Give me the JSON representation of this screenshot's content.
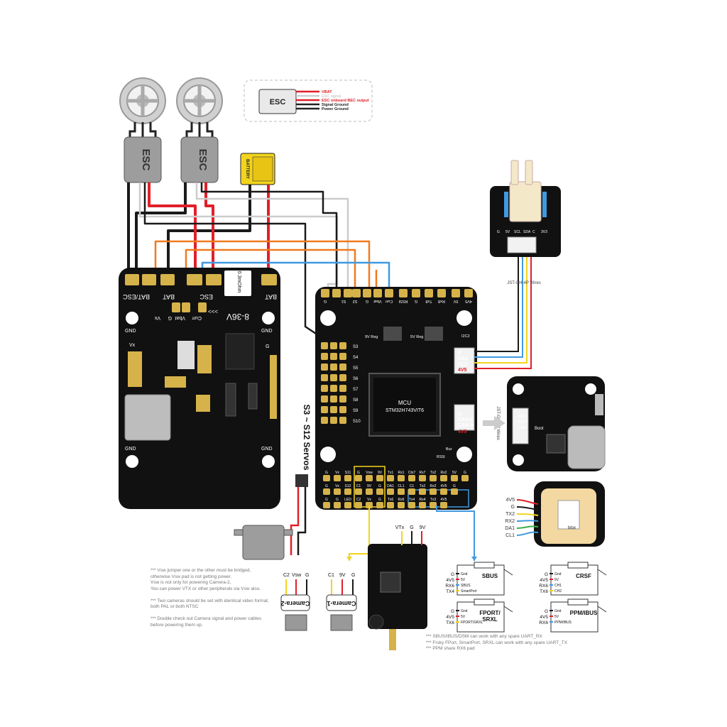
{
  "legend": {
    "esc": "ESC",
    "vbat": "VBAT",
    "esc_signal": "ESC signal",
    "esc_bec": "ESC onboard BEC output",
    "signal_ground": "Signal Ground",
    "power_ground": "Power Ground"
  },
  "escs": {
    "left": "ESC",
    "right": "ESC"
  },
  "battery": "BATTERY",
  "pdb": {
    "pads": [
      "BAT/ESC",
      "BAT",
      "ESC",
      "BAT"
    ],
    "labels": [
      "G",
      "Vx",
      "G",
      "Vbat",
      "Curr"
    ],
    "voltage": "8-36V",
    "shunt": "0.3mOhm",
    "arrows": ">>>",
    "gnd": [
      "GND",
      "GND",
      "GND",
      "GND"
    ],
    "vx": "Vx",
    "g": "G"
  },
  "fc": {
    "mcu": "MCU",
    "mcu_part": "STM32H743VIT6",
    "top_pads": [
      "G",
      "S1",
      "S2",
      "G",
      "Vbat",
      "Curr",
      "RSSI",
      "G",
      "Tx8",
      "Rx8",
      "5V",
      "4V5"
    ],
    "top_right": [
      "G",
      "DA2",
      "CL2",
      "4V5"
    ],
    "can": [
      "G",
      "CAN-L",
      "CAN-H",
      "4V5"
    ],
    "side_servos": [
      "S3",
      "S4",
      "S5",
      "S6",
      "S7",
      "S8",
      "S9",
      "S10"
    ],
    "reg1": "9V Reg",
    "reg2": "5V Reg",
    "i2c": "I2C2",
    "bottom_row1": [
      "G",
      "Vx",
      "S11",
      "G",
      "Vsw",
      "9V",
      "Tx1",
      "Rx1",
      "Ctx7",
      "Rx7",
      "Tx2",
      "Rx2",
      "5V",
      "G"
    ],
    "bottom_row2": [
      "G",
      "Vx",
      "S12",
      "C1",
      "9V",
      "G",
      "DA1",
      "CL1",
      "C1",
      "Tx2",
      "Rx2",
      "4V5",
      "G"
    ],
    "bottom_row3": [
      "G",
      "G",
      "LED",
      "C2",
      "Vx",
      "G",
      "Tx6",
      "Rx6",
      "Tx4",
      "Rx4",
      "Tx3",
      "4V5"
    ],
    "rssi": "RSSI",
    "buz": "Buz"
  },
  "servo_label": "S3 ~ S12 Servos",
  "airspeed": {
    "pins": [
      "G",
      "5V",
      "SCL",
      "SDA",
      "C",
      "3V3"
    ],
    "wire_label": "JST-GH-4P Wires"
  },
  "can_module": {
    "labels": [
      "Boot",
      "BEEP",
      "BOOT",
      "CAN"
    ],
    "wire_label": "JST-GH-4P Wires"
  },
  "gps": {
    "pins": [
      "4V5",
      "G",
      "TX2",
      "RX2",
      "DA1",
      "CL1"
    ],
    "brand": "blox"
  },
  "vtx": {
    "labels": [
      "VTx",
      "G",
      "9V"
    ]
  },
  "cameras": [
    {
      "name": "Camera-2",
      "pins": [
        "C2",
        "Vsw",
        "G"
      ]
    },
    {
      "name": "Camera-1",
      "pins": [
        "C1",
        "9V",
        "G"
      ]
    }
  ],
  "receivers": [
    {
      "name": "SBUS",
      "pins_left": [
        "G",
        "4V5",
        "RX6",
        "TX4"
      ],
      "pins_inner": [
        "Gnd",
        "5V",
        "SBUS",
        "SmartPort"
      ]
    },
    {
      "name": "CRSF",
      "pins_left": [
        "G",
        "4V5",
        "RX6",
        "TX6"
      ],
      "pins_inner": [
        "Gnd",
        "5V",
        "CH1",
        "CH2"
      ]
    },
    {
      "name": "FPORT/\nSRXL",
      "pins_left": [
        "G",
        "4V5",
        "TX6"
      ],
      "pins_inner": [
        "Gnd",
        "5V",
        "FPORT/SRXL"
      ]
    },
    {
      "name": "PPM/IBUS",
      "pins_left": [
        "G",
        "4V5",
        "RX6"
      ],
      "pins_inner": [
        "Gnd",
        "5V",
        "PPM/IBUS"
      ]
    }
  ],
  "notes_left": "*** Vsw jumper one or the other must be bridged,\n     otherwise Vsw pad is not getting power.\n     Vsw is not only for powering Camera-2,\n     You can power VTX or other peripherals via Vsw also.\n\n*** Two cameras should be set with identical video format,\n     both PAL or both NTSC\n\n*** Double check out Camera signal and power cables\n     before powering them up.",
  "notes_right": "*** SBUS/IBUS/DSM can work with any spare UART_RX\n*** Frsky FPort, SmartPort, SRXL can work with any spare UART_TX\n*** PPM share RX6 pad",
  "colors": {
    "board": "#111111",
    "pad": "#d6b24a",
    "red": "#e0202a",
    "orange": "#f07a1e",
    "yellow": "#f2d41c",
    "blue": "#3f9ae0",
    "green": "#3bb04a",
    "gray": "#c8c8c8",
    "black": "#1a1a1a",
    "gps": "#f3d9a1"
  }
}
